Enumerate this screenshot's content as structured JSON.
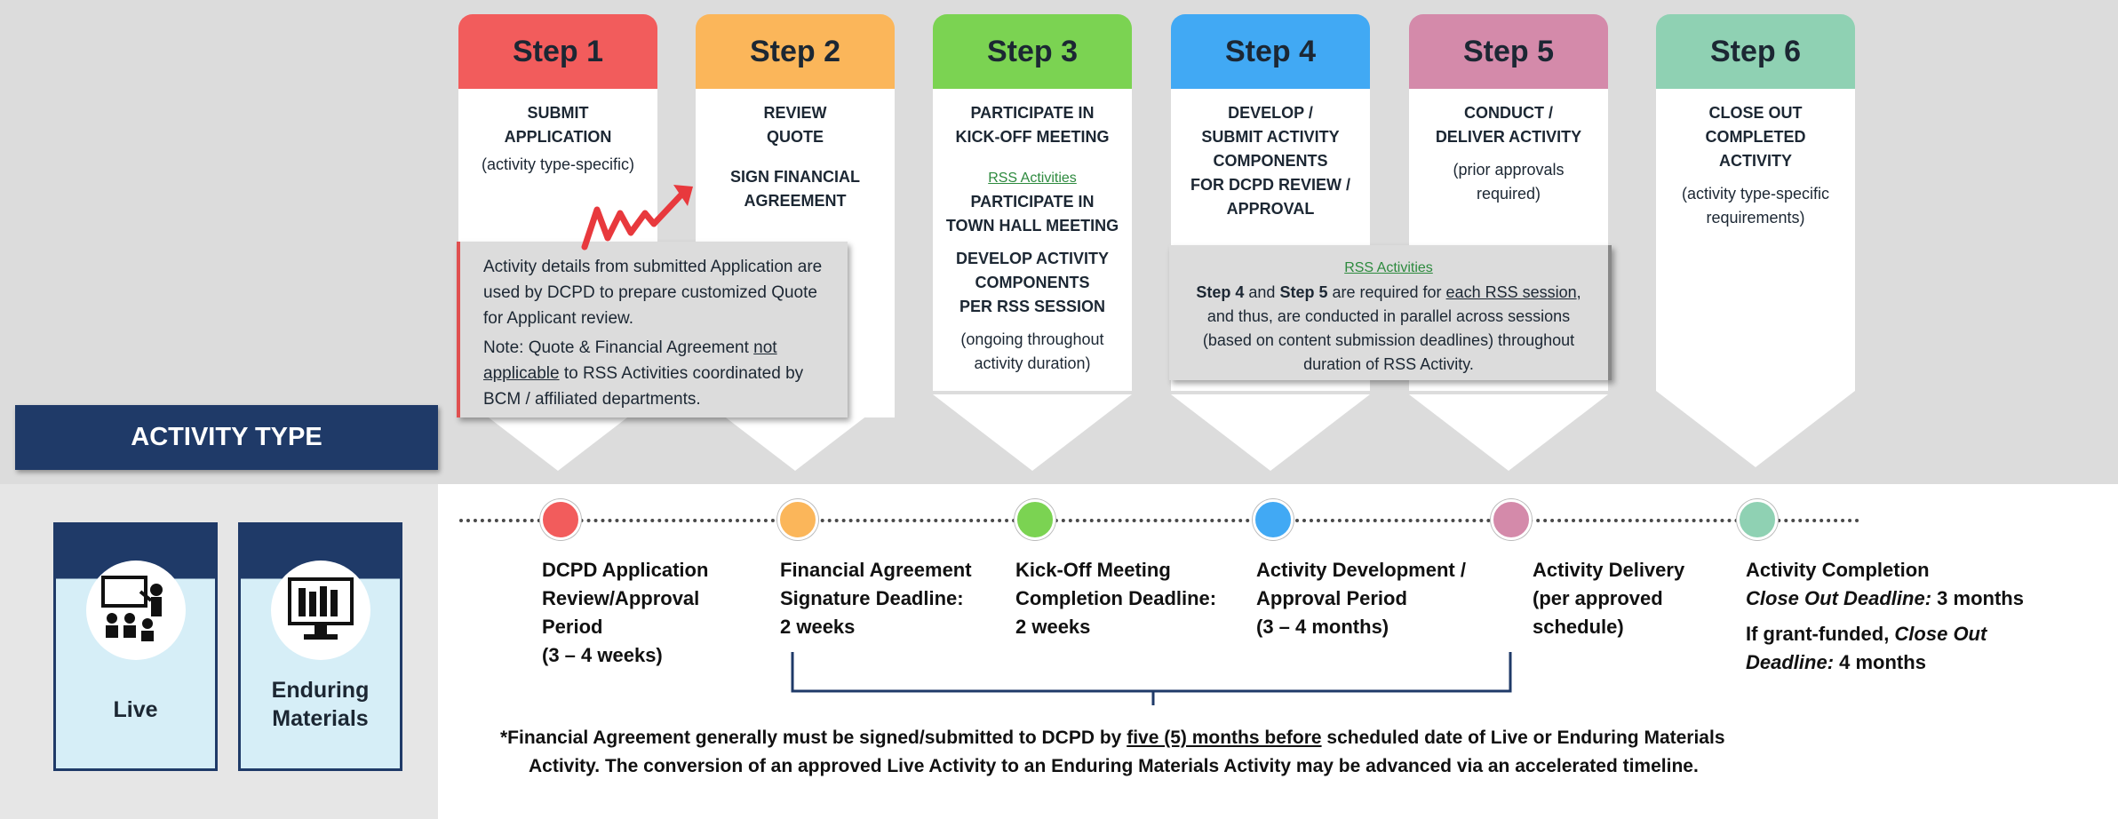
{
  "activity_type": {
    "header": "ACTIVITY TYPE",
    "cards": [
      {
        "label": "Live",
        "icon": "presenter-icon"
      },
      {
        "label": "Enduring Materials",
        "icon": "computer-library-icon"
      }
    ]
  },
  "steps": [
    {
      "title": "Step 1",
      "color": "#f25c5c",
      "lines": [
        "SUBMIT",
        "APPLICATION"
      ],
      "sub": "(activity type-specific)"
    },
    {
      "title": "Step 2",
      "color": "#fbb65a",
      "lines": [
        "REVIEW",
        "QUOTE"
      ],
      "lines2": [
        "SIGN FINANCIAL",
        "AGREEMENT"
      ]
    },
    {
      "title": "Step 3",
      "color": "#7bd352",
      "lines": [
        "PARTICIPATE IN",
        "KICK-OFF MEETING"
      ],
      "rss": "RSS Activities",
      "lines2": [
        "PARTICIPATE IN",
        "TOWN HALL MEETING"
      ],
      "lines3": [
        "DEVELOP ACTIVITY",
        "COMPONENTS",
        "PER RSS SESSION"
      ],
      "sub": [
        "(ongoing throughout",
        "activity duration)"
      ]
    },
    {
      "title": "Step 4",
      "color": "#41a9f4",
      "lines": [
        "DEVELOP /",
        "SUBMIT ACTIVITY",
        "COMPONENTS",
        "FOR  DCPD REVIEW /",
        "APPROVAL"
      ]
    },
    {
      "title": "Step 5",
      "color": "#d48aaa",
      "lines": [
        "CONDUCT /",
        "DELIVER ACTIVITY"
      ],
      "sub": [
        "(prior approvals",
        "required)"
      ]
    },
    {
      "title": "Step 6",
      "color": "#8fd1b3",
      "lines": [
        "CLOSE OUT",
        "COMPLETED",
        "ACTIVITY"
      ],
      "sub": [
        "(activity type-specific",
        "requirements)"
      ]
    }
  ],
  "note1": {
    "p1": "Activity details from submitted Application are used by DCPD to prepare customized Quote for Applicant review.",
    "p2_a": "Note: Quote & Financial Agreement ",
    "p2_u": "not applicable",
    "p2_b": " to RSS Activities coordinated by BCM / affiliated departments."
  },
  "note2": {
    "link": "RSS Activities",
    "s1": "Step 4",
    "and": " and ",
    "s2": "Step 5",
    "t1": " are required for ",
    "u1": "each RSS session",
    "t2": ", and thus, are conducted in parallel across sessions (based on content submission deadlines) throughout duration of RSS Activity."
  },
  "milestones": [
    {
      "color": "#f25c5c",
      "lines": [
        "DCPD Application",
        "Review/Approval",
        "Period",
        "(3 – 4 weeks)"
      ]
    },
    {
      "color": "#fbb65a",
      "lines": [
        "Financial Agreement",
        "Signature Deadline:",
        "2 weeks"
      ]
    },
    {
      "color": "#7bd352",
      "lines": [
        "Kick-Off Meeting",
        "Completion Deadline:",
        "2 weeks"
      ]
    },
    {
      "color": "#41a9f4",
      "lines": [
        "Activity Development /",
        "Approval Period",
        "(3 – 4 months)"
      ]
    },
    {
      "color": "#d48aaa",
      "lines": [
        "Activity Delivery",
        "(per approved",
        "schedule)"
      ]
    },
    {
      "color": "#8fd1b3",
      "title": "Activity Completion",
      "cd1_label": "Close Out Deadline:",
      "cd1_val": " 3 months",
      "gf_a": "If grant-funded, ",
      "cd2_label": "Close Out",
      "cd2_label2": "Deadline:",
      "cd2_val": " 4 months"
    }
  ],
  "footnote": {
    "a": "*Financial Agreement generally must be signed/submitted to DCPD by ",
    "u": "five (5) months before",
    "b": " scheduled date of Live or Enduring Materials",
    "line2": "Activity. The conversion of an approved Live Activity to an Enduring Materials Activity may be advanced via an accelerated timeline."
  }
}
